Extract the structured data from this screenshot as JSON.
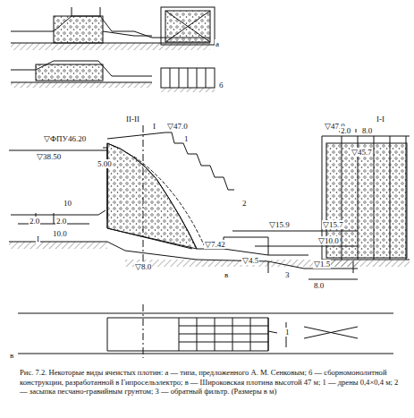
{
  "diagram": {
    "caption": "Рис. 7.2. Некоторые виды ячеистых плотин: а — типа, предложенного А. М. Сенковым; б — сборномонолитной конструкции, разработанной в Гипросельэлектро; в — Широковская плотина высотой 47 м; 1 — дрены 0,4×0,4 м; 2 — засыпка песчано-гравийным грунтом; 3 — обратный фильтр. (Размеры в м)",
    "labels": [
      "а",
      "б",
      "II-II",
      "I",
      "▽47.0",
      "▽ФПУ46.20",
      "▽38.50",
      "5.00",
      "10",
      "2.0",
      "2.0",
      "10.0",
      "I",
      "1",
      "2",
      "▽15.9",
      "▽15.7",
      "▽10.0",
      "▽7.42",
      "▽4.5",
      "▽8.0",
      "▽1.5",
      "3",
      "8.0",
      "в",
      "I-I",
      "▽47.0",
      "2.0",
      "8.0",
      "▽45.7",
      "1",
      "в"
    ]
  }
}
